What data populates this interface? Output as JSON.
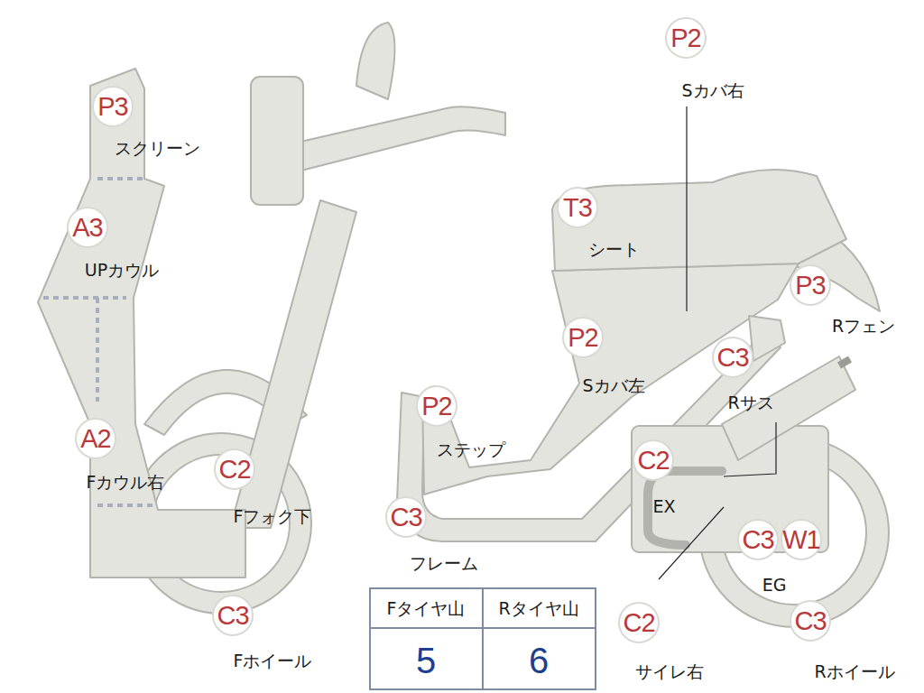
{
  "diagram": {
    "nodes": [
      {
        "text": [
          "P2",
          "Sカバ右"
        ]
      },
      {
        "text": [
          "P3",
          "スクリーン"
        ]
      },
      {
        "text": [
          "T3",
          "シート"
        ]
      },
      {
        "text": [
          "A3",
          "UPカウル"
        ]
      },
      {
        "text": [
          "P3",
          "Rフェン"
        ]
      },
      {
        "text": [
          "P2",
          "Sカバ左"
        ]
      },
      {
        "text": [
          "C3",
          "Rサス"
        ]
      },
      {
        "text": [
          "P2",
          "ステップ"
        ]
      },
      {
        "text": [
          "A2",
          "Fカウル右"
        ]
      },
      {
        "text": [
          "C2",
          "Fフォク下"
        ]
      },
      {
        "text": [
          "C2",
          "EX"
        ]
      },
      {
        "text": [
          "C3",
          "フレーム"
        ]
      },
      {
        "text": [
          "C3"
        ]
      },
      {
        "text": [
          "W1"
        ]
      },
      {
        "text": [
          "C3",
          "Fホイール"
        ]
      },
      {
        "text": [
          "C2",
          "サイレ右"
        ]
      },
      {
        "text": [
          "C3",
          "Rホイール"
        ]
      }
    ],
    "labels": [
      "EG",
      "Fタイヤ山",
      "Rタイヤ山",
      "5",
      "6"
    ]
  }
}
